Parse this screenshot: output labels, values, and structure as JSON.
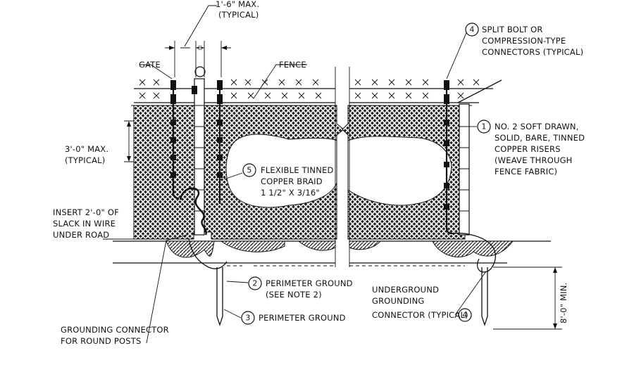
{
  "labels": {
    "spacing_line1": "1'-6\" MAX.",
    "spacing_line2": "(TYPICAL)",
    "gate": "GATE",
    "fence": "FENCE",
    "connectors_line1": "SPLIT BOLT OR",
    "connectors_line2": "COMPRESSION-TYPE",
    "connectors_line3": "CONNECTORS (TYPICAL)",
    "risers_line1": "NO. 2 SOFT DRAWN,",
    "risers_line2": "SOLID, BARE, TINNED",
    "risers_line3": "COPPER RISERS",
    "risers_line4": "(WEAVE THROUGH",
    "risers_line5": "FENCE FABRIC)",
    "height_line1": "3'-0\" MAX.",
    "height_line2": "(TYPICAL)",
    "braid_line1": "FLEXIBLE TINNED",
    "braid_line2": "COPPER BRAID",
    "braid_line3": "1 1/2\" X 3/16\"",
    "slack_line1": "INSERT 2'-0\" OF",
    "slack_line2": "SLACK IN WIRE",
    "slack_line3": "UNDER ROAD",
    "perimeter_note_line1": "PERIMETER GROUND",
    "perimeter_note_line2": "(SEE NOTE 2)",
    "perimeter_ground": "PERIMETER GROUND",
    "underground_line1": "UNDERGROUND",
    "underground_line2": "GROUNDING",
    "underground_line3": "CONNECTOR (TYPICAL)",
    "round_posts_line1": "GROUNDING CONNECTOR",
    "round_posts_line2": "FOR ROUND POSTS",
    "depth": "8'-0\" MIN."
  },
  "callouts": {
    "risers": "1",
    "perimeter_note": "2",
    "perimeter_ground": "3",
    "connectors": "4",
    "underground": "4",
    "braid": "5"
  }
}
